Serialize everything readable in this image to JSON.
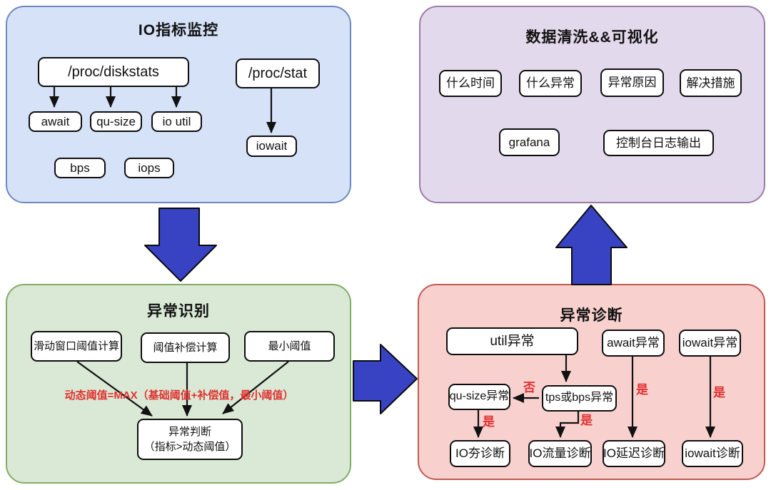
{
  "panels": {
    "io_monitor": {
      "title": "IO指标监控",
      "nodes": {
        "diskstats": "/proc/diskstats",
        "procstat": "/proc/stat",
        "await": "await",
        "qusize": "qu-size",
        "ioutil": "io util",
        "iowait": "iowait",
        "bps": "bps",
        "iops": "iops"
      }
    },
    "visualization": {
      "title": "数据清洗&&可视化",
      "nodes": {
        "time": "什么时间",
        "anomaly": "什么异常",
        "reason": "异常原因",
        "solution": "解决措施",
        "grafana": "grafana",
        "console": "控制台日志输出"
      }
    },
    "recognition": {
      "title": "异常识别",
      "nodes": {
        "sliding": "滑动窗口阈值计算",
        "compensation": "阈值补偿计算",
        "minimum": "最小阈值",
        "judge_line1": "异常判断",
        "judge_line2": "（指标>动态阈值）"
      },
      "formula": "动态阈值=MAX（基础阈值+补偿值，最小阈值）"
    },
    "diagnosis": {
      "title": "异常诊断",
      "nodes": {
        "util": "util异常",
        "await_ab": "await异常",
        "iowait_ab": "iowait异常",
        "qusize_ab": "qu-size异常",
        "tpsbps_ab": "tps或bps异常",
        "hang": "IO夯诊断",
        "traffic": "IO流量诊断",
        "latency": "IO延迟诊断",
        "iowait_diag": "iowait诊断"
      },
      "edge_labels": {
        "no": "否",
        "yes": "是"
      }
    }
  },
  "colors": {
    "panel_blue_fill": "#d6e2f7",
    "panel_blue_border": "#6d88c1",
    "panel_purple_fill": "#e3d9ec",
    "panel_purple_border": "#987daa",
    "panel_green_fill": "#d9e9d5",
    "panel_green_border": "#7fae65",
    "panel_red_fill": "#f8d1ce",
    "panel_red_border": "#c05a53",
    "big_arrow_fill": "#3743c3",
    "highlight_red_text": "#e03131",
    "node_fill": "#ffffff",
    "node_border": "#0d0d0d"
  }
}
